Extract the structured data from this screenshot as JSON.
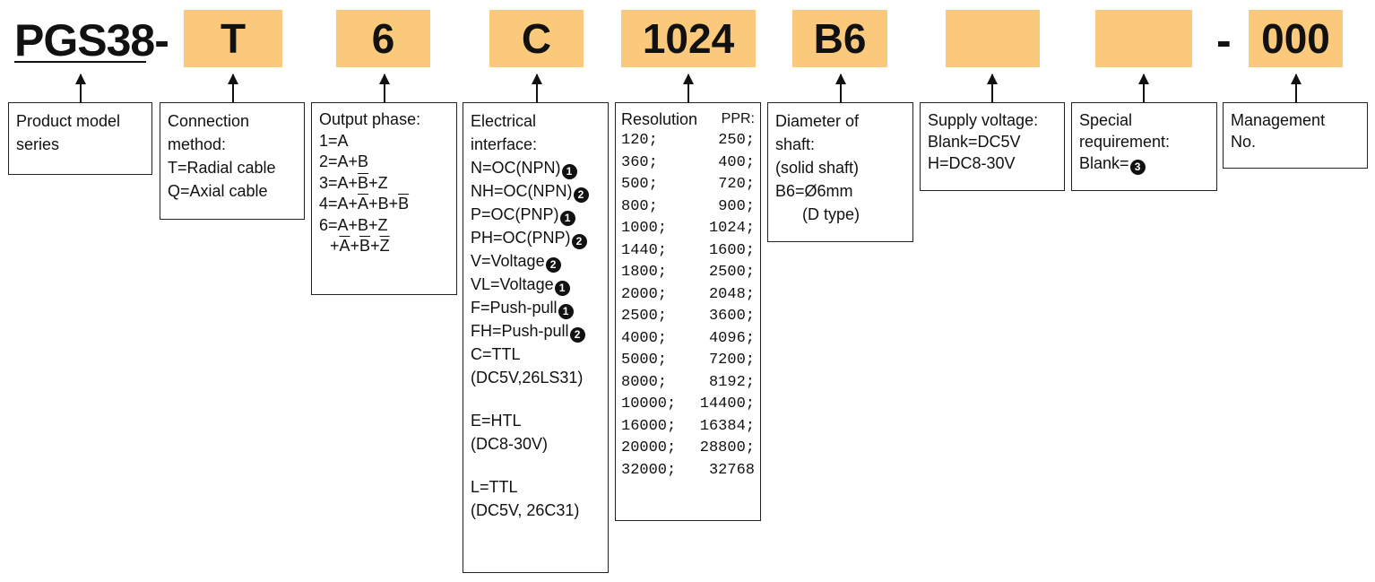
{
  "series": "PGS38-",
  "dash": "-",
  "codes": [
    "T",
    "6",
    "C",
    "1024",
    "B6",
    "",
    "",
    "000"
  ],
  "descriptions": {
    "series": [
      "Product model",
      "series"
    ],
    "connection": [
      "Connection",
      "method:",
      "T=Radial cable",
      "Q=Axial cable"
    ],
    "output": {
      "title": "Output phase:",
      "l1": "1=A",
      "l2": "2=A+B",
      "l3": {
        "a": "3=A+",
        "b": "B",
        "c": "+Z"
      },
      "l4": {
        "a": "4=A+",
        "b": "A",
        "c": "+B+",
        "d": "B"
      },
      "l5": "6=A+B+Z",
      "l6": {
        "a": "+",
        "b": "A",
        "c": "+",
        "d": "B",
        "e": "+",
        "f": "Z"
      }
    },
    "electrical": {
      "title1": "Electrical",
      "title2": "interface:",
      "items": [
        {
          "text": "N=OC(NPN)",
          "mark": "1"
        },
        {
          "text": "NH=OC(NPN)",
          "mark": "2"
        },
        {
          "text": "P=OC(PNP)",
          "mark": "1"
        },
        {
          "text": "PH=OC(PNP)",
          "mark": "2"
        },
        {
          "text": "V=Voltage",
          "mark": "2"
        },
        {
          "text": "VL=Voltage",
          "mark": "1"
        },
        {
          "text": "F=Push-pull",
          "mark": "1"
        },
        {
          "text": "FH=Push-pull",
          "mark": "2"
        }
      ],
      "c1": "C=TTL",
      "c2": "(DC5V,26LS31)",
      "e1": "E=HTL",
      "e2": "(DC8-30V)",
      "l1": "L=TTL",
      "l2": "(DC5V, 26C31)"
    },
    "resolution": {
      "title": "Resolution",
      "unit": "PPR:",
      "rows": [
        [
          "120;",
          "250;"
        ],
        [
          "360;",
          "400;"
        ],
        [
          "500;",
          "720;"
        ],
        [
          "800;",
          "900;"
        ],
        [
          "1000;",
          "1024;"
        ],
        [
          "1440;",
          "1600;"
        ],
        [
          "1800;",
          "2500;"
        ],
        [
          "2000;",
          "2048;"
        ],
        [
          "2500;",
          "3600;"
        ],
        [
          "4000;",
          "4096;"
        ],
        [
          "5000;",
          "7200;"
        ],
        [
          "8000;",
          "8192;"
        ],
        [
          "10000;",
          "14400;"
        ],
        [
          "16000;",
          "16384;"
        ],
        [
          "20000;",
          "28800;"
        ],
        [
          "32000;",
          "32768"
        ]
      ]
    },
    "shaft": [
      "Diameter of",
      "shaft:",
      "(solid shaft)",
      "B6=Ø6mm",
      "(D type)"
    ],
    "supply": [
      "Supply voltage:",
      "Blank=DC5V",
      "H=DC8-30V"
    ],
    "special": {
      "l1": "Special",
      "l2": "requirement:",
      "l3": "Blank=",
      "mark": "3"
    },
    "management": [
      "Management",
      "No."
    ]
  }
}
